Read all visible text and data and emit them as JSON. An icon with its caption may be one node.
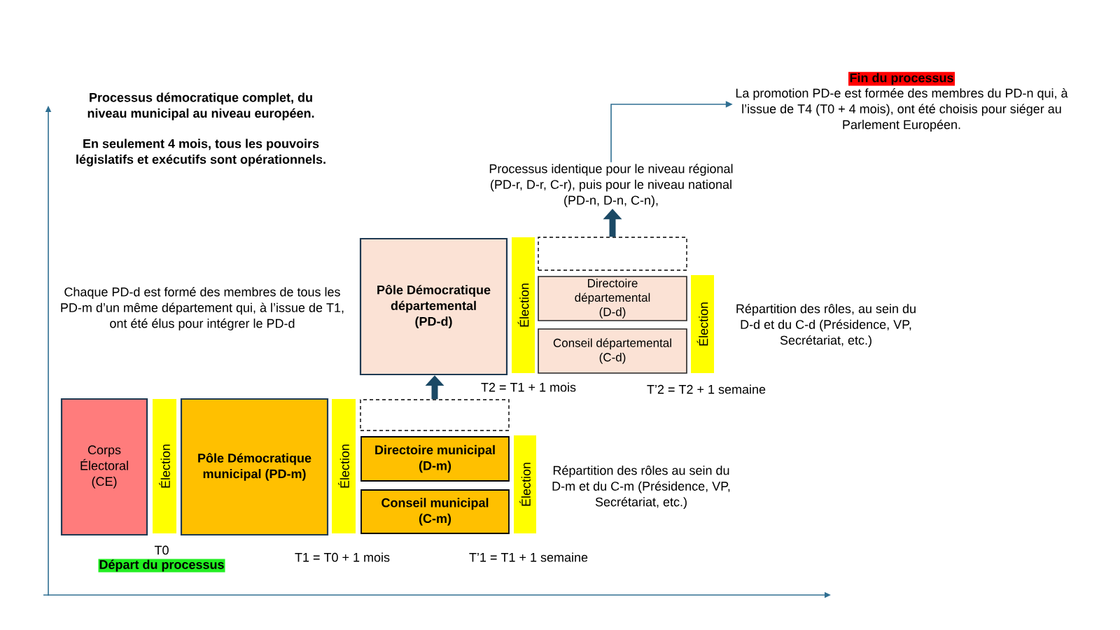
{
  "diagram": {
    "title": "Processus démocratique complet, du niveau municipal au niveau européen.",
    "nodes": [
      {
        "text": [
          "Corps Électoral (CE)"
        ]
      },
      {
        "text": [
          "Élection"
        ],
        "beside": [
          "T0",
          "Départ du processus"
        ]
      },
      {
        "text": [
          "Pôle Démocratique municipal (PD-m)"
        ]
      },
      {
        "text": [
          "Élection"
        ],
        "beside": [
          "T1 = T0 + 1 mois"
        ]
      },
      {
        "text": [],
        "shape": "box"
      },
      {
        "text": [
          "Directoire municipal (D-m)"
        ]
      },
      {
        "text": [
          "Conseil municipal (C-m)"
        ]
      },
      {
        "text": [
          "Élection"
        ],
        "beside": [
          "T’1 = T1 + 1 semaine"
        ]
      },
      {
        "text": [
          "Pôle Démocratique départemental (PD-d)"
        ]
      },
      {
        "text": [
          "Élection"
        ],
        "beside": [
          "T2 = T1 + 1 mois"
        ]
      },
      {
        "text": [],
        "shape": "box"
      },
      {
        "text": [
          "Directoire départemental (D-d)"
        ]
      },
      {
        "text": [
          "Conseil départemental (C-d)"
        ]
      },
      {
        "text": [
          "Élection"
        ],
        "beside": [
          "T’2 = T2 + 1 semaine"
        ]
      },
      {
        "text": [
          "Processus identique pour le niveau régional (PD-r, D-r, C-r), puis pour le niveau national (PD-n, D-n, C-n),"
        ]
      },
      {
        "text": [
          "Fin du processus",
          "La promotion PD-e est formée des membres du PD-n qui, à l’issue de T4 (T0 + 4 mois), ont été choisis pour siéger au Parlement Européen."
        ]
      }
    ],
    "edges": [
      {
        "from": 4,
        "to": 8,
        "arrow": "to"
      },
      {
        "from": 10,
        "to": 14,
        "arrow": "to"
      },
      {
        "from": 14,
        "to": 15,
        "arrow": "to",
        "color": "#2f6f92"
      }
    ],
    "labels": [
      "En seulement 4 mois, tous les pouvoirs législatifs et exécutifs sont opérationnels.",
      "Chaque PD-d est formé des membres de tous les PD-m d’un même département qui, à l’issue de T1, ont été élus pour intégrer le PD-d",
      "Répartition des rôles, au sein du D-d et du C-d (Présidence, VP, Secrétariat, etc.)",
      "Répartition des rôles au sein du D-m et du C-m (Présidence, VP, Secrétariat, etc.)"
    ]
  }
}
